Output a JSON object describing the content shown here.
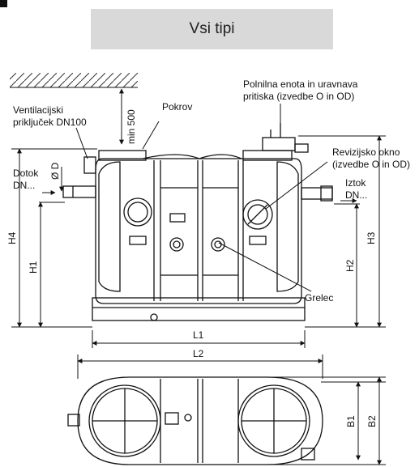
{
  "header": {
    "title": "Vsi tipi"
  },
  "labels": {
    "ventilation_line1": "Ventilacijski",
    "ventilation_line2": "priključek DN100",
    "pokrov": "Pokrov",
    "min_clearance": "min 500",
    "filling_line1": "Polnilna enota in uravnava",
    "filling_line2": "pritiska (izvedbe O in OD)",
    "revision_line1": "Revizijsko okno",
    "revision_line2": "(izvedbe O in OD)",
    "inlet_line1": "Dotok",
    "inlet_line2": "DN...",
    "diameter": "Ø D",
    "outlet_line1": "Iztok",
    "outlet_line2": "DN...",
    "grelec": "Grelec"
  },
  "dimensions": {
    "h1": "H1",
    "h2": "H2",
    "h3": "H3",
    "h4": "H4",
    "l1": "L1",
    "l2": "L2",
    "b1": "B1",
    "b2": "B2"
  }
}
